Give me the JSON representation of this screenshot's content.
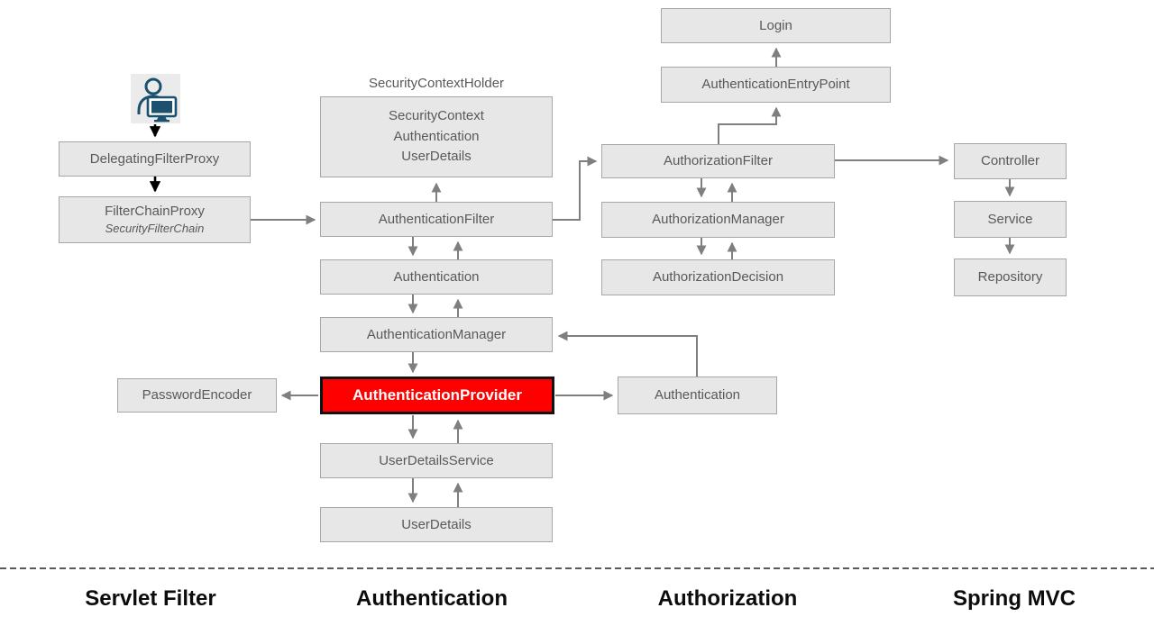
{
  "header": {
    "security_context_holder_label": "SecurityContextHolder"
  },
  "nodes": {
    "login": {
      "label": "Login"
    },
    "authentication_entry_point": {
      "label": "AuthenticationEntryPoint"
    },
    "delegating_filter_proxy": {
      "label": "DelegatingFilterProxy"
    },
    "filter_chain_proxy": {
      "label": "FilterChainProxy",
      "sublabel": "SecurityFilterChain"
    },
    "security_context_holder": {
      "lines": [
        "SecurityContext",
        "Authentication",
        "UserDetails"
      ]
    },
    "authentication_filter": {
      "label": "AuthenticationFilter"
    },
    "authentication_token": {
      "label": "Authentication"
    },
    "authentication_manager": {
      "label": "AuthenticationManager"
    },
    "authentication_provider": {
      "label": "AuthenticationProvider"
    },
    "password_encoder": {
      "label": "PasswordEncoder"
    },
    "user_details_service": {
      "label": "UserDetailsService"
    },
    "user_details": {
      "label": "UserDetails"
    },
    "authentication_result": {
      "label": "Authentication"
    },
    "authorization_filter": {
      "label": "AuthorizationFilter"
    },
    "authorization_manager": {
      "label": "AuthorizationManager"
    },
    "authorization_decision": {
      "label": "AuthorizationDecision"
    },
    "controller": {
      "label": "Controller"
    },
    "service": {
      "label": "Service"
    },
    "repository": {
      "label": "Repository"
    }
  },
  "sections": {
    "servlet_filter": "Servlet Filter",
    "authentication": "Authentication",
    "authorization": "Authorization",
    "spring_mvc": "Spring MVC"
  },
  "colors": {
    "box_fill": "#e7e7e7",
    "box_border": "#a6a6a6",
    "box_text": "#595959",
    "arrow_gray": "#7f7f7f",
    "arrow_black": "#000000",
    "highlight_fill": "#fe0000",
    "highlight_border": "#121212",
    "highlight_text": "#ffffff",
    "user_icon_color": "#1b516e"
  }
}
